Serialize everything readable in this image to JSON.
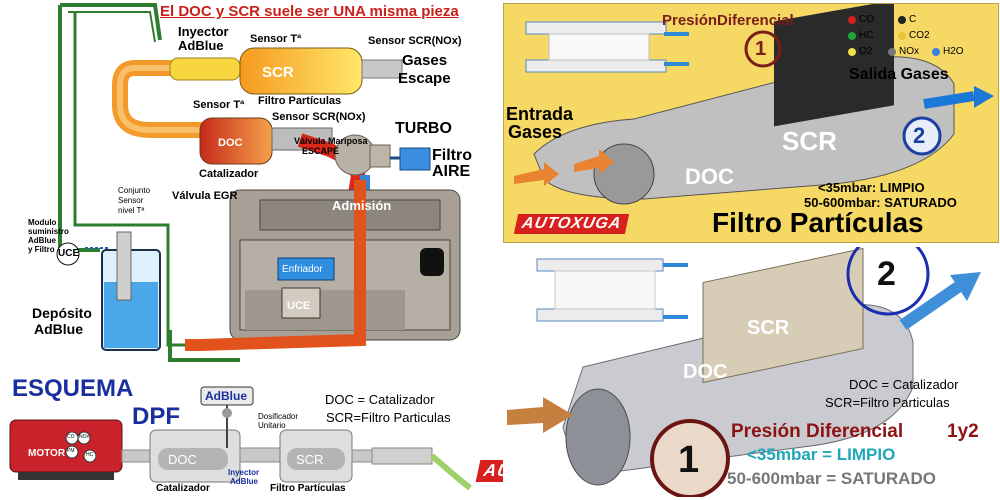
{
  "left_diagram": {
    "banner": "El DOC y SCR suele ser UNA misma pieza",
    "inyector": "Inyector\nAdBlue",
    "inyector_l1": "Inyector",
    "inyector_l2": "AdBlue",
    "sensor_t_top": "Sensor Tª",
    "sensor_scr_top": "Sensor SCR(NOx)",
    "scr_label": "SCR",
    "filtro_particulas": "Filtro Partículas",
    "gases_escape_l1": "Gases",
    "gases_escape_l2": "Escape",
    "sensor_t_mid": "Sensor Tª",
    "sensor_scr_mid": "Sensor SCR(NOx)",
    "doc_label": "DOC",
    "catalizador": "Catalizador",
    "valvula_mariposa_l1": "Válvula Mariposa",
    "valvula_mariposa_l2": "ESCAPE",
    "turbo": "TURBO",
    "filtro_aire_l1": "Filtro",
    "filtro_aire_l2": "AIRE",
    "valvula_egr": "Válvula EGR",
    "admision": "Admisión",
    "enfriador": "Enfriador",
    "uce_engine": "UCE",
    "conjunto_l1": "Conjunto",
    "conjunto_l2": "Sensor",
    "conjunto_l3": "nivel Tª",
    "modulo_l1": "Modulo",
    "modulo_l2": "suministro",
    "modulo_l3": "AdBlue",
    "modulo_l4": "y Filtro",
    "uce_module": "UCE",
    "deposito_l1": "Depósito",
    "deposito_l2": "AdBlue"
  },
  "bottom_schema": {
    "esquema": "ESQUEMA",
    "dpf": "DPF",
    "adblue_box": "AdBlue",
    "dosificador_l1": "Dosificador",
    "dosificador_l2": "Unitario",
    "legend_l1": "DOC = Catalizador",
    "legend_l2": "SCR=Filtro Particulas",
    "motor": "MOTOR",
    "co": "CO",
    "nox": "NOx",
    "pm": "PM",
    "hc": "HC",
    "doc": "DOC",
    "catalizador": "Catalizador",
    "inyector_l1": "Inyector",
    "inyector_l2": "AdBlue",
    "scr": "SCR",
    "filtro_particulas": "Filtro Partículas",
    "autoxuga": "AUTOXUGA"
  },
  "top_right_panel": {
    "presion": "PresiónDiferencial",
    "circle1": "1",
    "circle2": "2",
    "legend": [
      {
        "label": "CO",
        "color": "#d21f1f"
      },
      {
        "label": "C",
        "color": "#222222"
      },
      {
        "label": "HC",
        "color": "#1fa63a"
      },
      {
        "label": "CO2",
        "color": "#e9c53a"
      },
      {
        "label": "O2",
        "color": "#f0e04a"
      },
      {
        "label": "NOx",
        "color": "#777777"
      },
      {
        "label": "H2O",
        "color": "#3a7de0"
      }
    ],
    "salida_gases": "Salida Gases",
    "entrada_l1": "Entrada",
    "entrada_l2": "Gases",
    "scr": "SCR",
    "doc": "DOC",
    "limpio": "<35mbar: LIMPIO",
    "saturado": "50-600mbar: SATURADO",
    "autoxuga": "AUTOXUGA",
    "filtro_particulas": "Filtro Partículas"
  },
  "bottom_right_panel": {
    "circle2": "2",
    "circle1": "1",
    "scr": "SCR",
    "doc": "DOC",
    "legend_l1": "DOC = Catalizador",
    "legend_l2": "SCR=Filtro Particulas",
    "presion_diferencial": "Presión Diferencial",
    "presion_suffix": "1y2",
    "limpio": "<35mbar = LIMPIO",
    "saturado": "50-600mbar = SATURADO"
  }
}
